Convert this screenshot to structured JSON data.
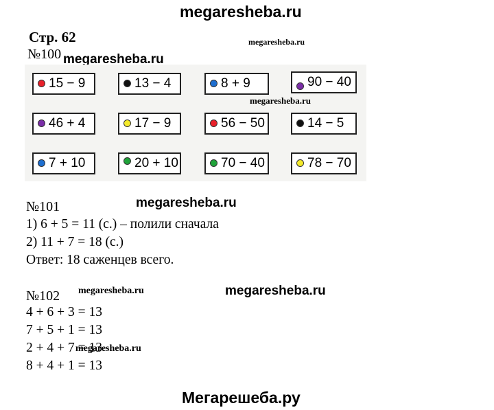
{
  "watermark": {
    "top": "megaresheba.ru",
    "small1": "megaresheba.ru",
    "small2": "megaresheba.ru",
    "small3": "megaresheba.ru",
    "small4": "megaresheba.ru",
    "over_cards": "megaresheba.ru",
    "mid1": "megaresheba.ru",
    "mid2": "megaresheba.ru"
  },
  "page_label": "Стр. 62",
  "task100": {
    "label": "№100",
    "cards": [
      {
        "expr": "15 − 9",
        "color": "#e8202a"
      },
      {
        "expr": "13 − 4",
        "color": "#111111"
      },
      {
        "expr": "8 + 9",
        "color": "#1e6fd0"
      },
      {
        "expr": "90 − 40",
        "color": "#7b2ea8"
      },
      {
        "expr": "46 + 4",
        "color": "#7b2ea8"
      },
      {
        "expr": "17 − 9",
        "color": "#f4ea2a"
      },
      {
        "expr": "56 − 50",
        "color": "#e8202a"
      },
      {
        "expr": "14 − 5",
        "color": "#111111"
      },
      {
        "expr": "7 + 10",
        "color": "#1e6fd0"
      },
      {
        "expr": "20 + 10",
        "color": "#1fa33a"
      },
      {
        "expr": "70 − 40",
        "color": "#1fa33a"
      },
      {
        "expr": "78 − 70",
        "color": "#f4ea2a"
      }
    ]
  },
  "task101": {
    "label": "№101",
    "lines": [
      "1) 6 + 5 = 11 (с.) – полили сначала",
      "2) 11 + 7 = 18 (с.)",
      "Ответ: 18 саженцев всего."
    ]
  },
  "task102": {
    "label": "№102",
    "lines": [
      "4 + 6 + 3 = 13",
      "7 + 5 + 1 = 13",
      "2 + 4 + 7 = 13",
      "8 + 4 + 1 = 13"
    ]
  },
  "footer": "Мегарешеба.ру"
}
